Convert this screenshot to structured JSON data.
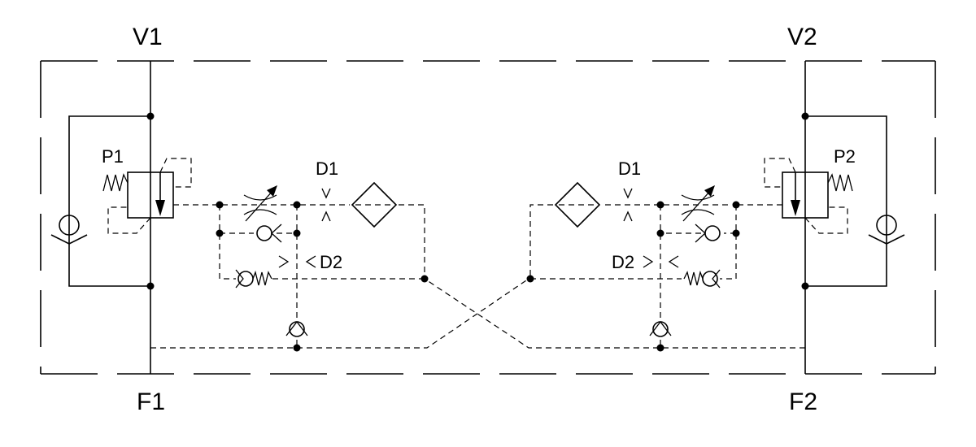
{
  "ports": {
    "v1": "V1",
    "v2": "V2",
    "f1": "F1",
    "f2": "F2"
  },
  "valves": {
    "p1": "P1",
    "p2": "P2"
  },
  "orifices": {
    "left_d1": "D1",
    "right_d1": "D1",
    "left_d2": "D2",
    "right_d2": "D2"
  },
  "colors": {
    "line": "#000000",
    "background": "#ffffff"
  }
}
